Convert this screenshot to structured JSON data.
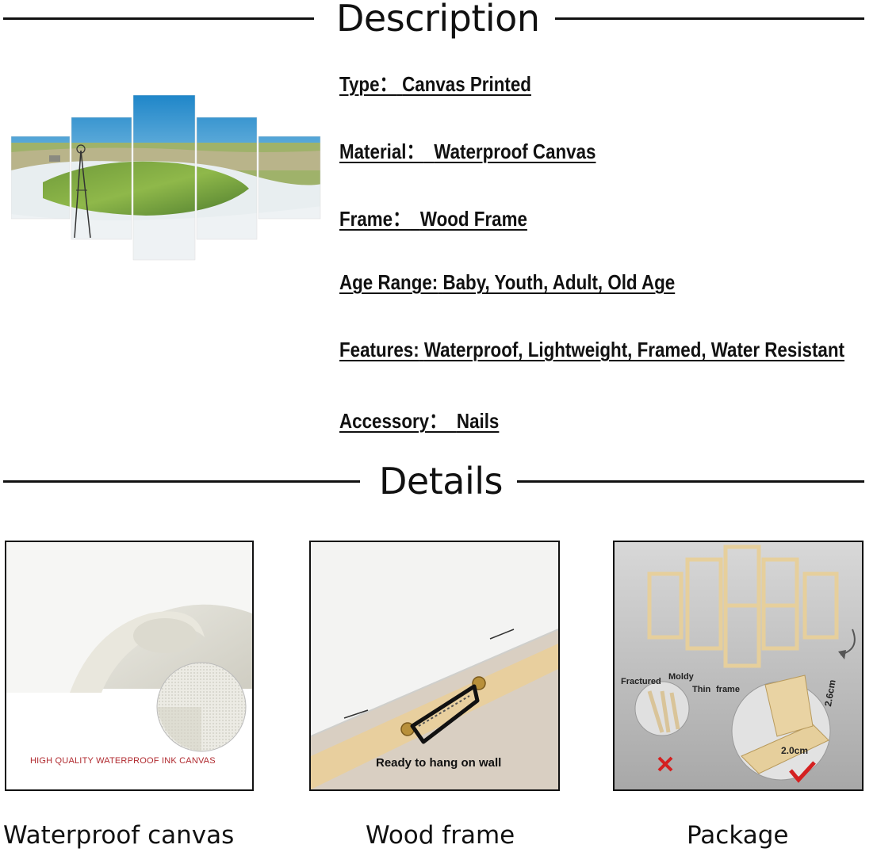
{
  "description": {
    "heading": "Description",
    "specs": [
      {
        "label": "Type：",
        "value": "Canvas Printed"
      },
      {
        "label": "Material：",
        "value": "Waterproof Canvas"
      },
      {
        "label": "Frame：",
        "value": "Wood Frame"
      },
      {
        "label": "Age Range:",
        "value": "Baby, Youth, Adult, Old Age"
      },
      {
        "label": "Features:",
        "value": "Waterproof, Lightweight, Framed, Water Resistant"
      },
      {
        "label": "Accessory：",
        "value": "Nails"
      }
    ]
  },
  "details": {
    "heading": "Details",
    "items": [
      {
        "caption": "Waterproof canvas",
        "overlay_text": "HIGH QUALITY WATERPROOF INK CANVAS"
      },
      {
        "caption": "Wood frame",
        "overlay_text": "Ready to hang on wall"
      },
      {
        "caption": "Package",
        "labels": {
          "fractured": "Fractured",
          "moldy": "Moldy",
          "thin": "Thin",
          "frame": "frame",
          "dim_h": "2.6cm",
          "dim_w": "2.0cm"
        }
      }
    ]
  },
  "colors": {
    "accent_red": "#c0282d",
    "wood": "#e9cf9c",
    "check_red": "#d42020"
  }
}
